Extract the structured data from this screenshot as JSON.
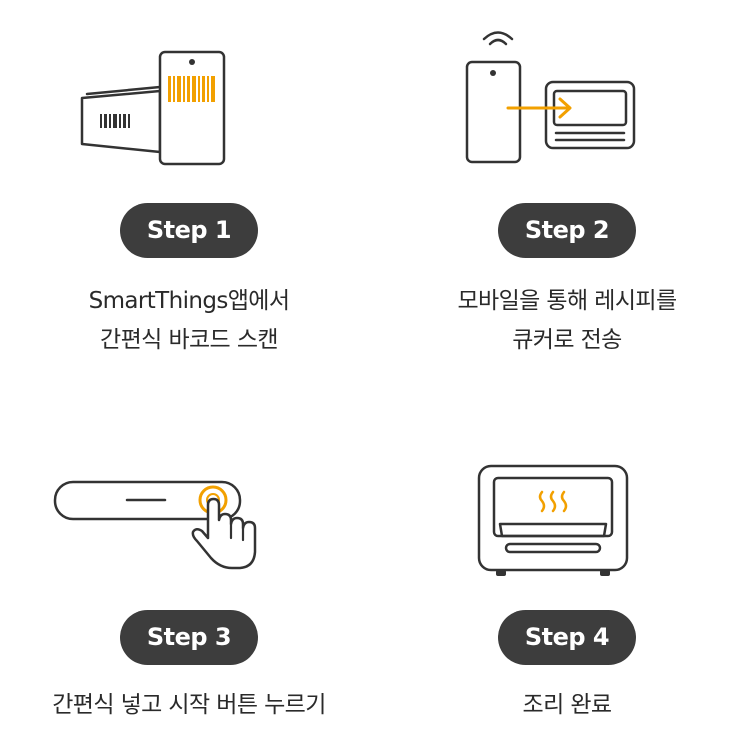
{
  "steps": [
    {
      "badge": "Step 1",
      "lines": [
        "SmartThings앱에서",
        "간편식 바코드 스캔"
      ],
      "icon": "barcode-scan-icon"
    },
    {
      "badge": "Step 2",
      "lines": [
        "모바일을 통해 레시피를",
        "큐커로 전송"
      ],
      "icon": "send-recipe-icon"
    },
    {
      "badge": "Step 3",
      "lines": [
        "간편식 넣고 시작 버튼 누르기"
      ],
      "icon": "press-start-button-icon"
    },
    {
      "badge": "Step 4",
      "lines": [
        "조리 완료"
      ],
      "icon": "cooking-complete-icon"
    }
  ],
  "colors": {
    "accent": "#f2a000",
    "stroke": "#333333",
    "badge_bg": "#3d3d3d",
    "badge_text": "#ffffff"
  }
}
